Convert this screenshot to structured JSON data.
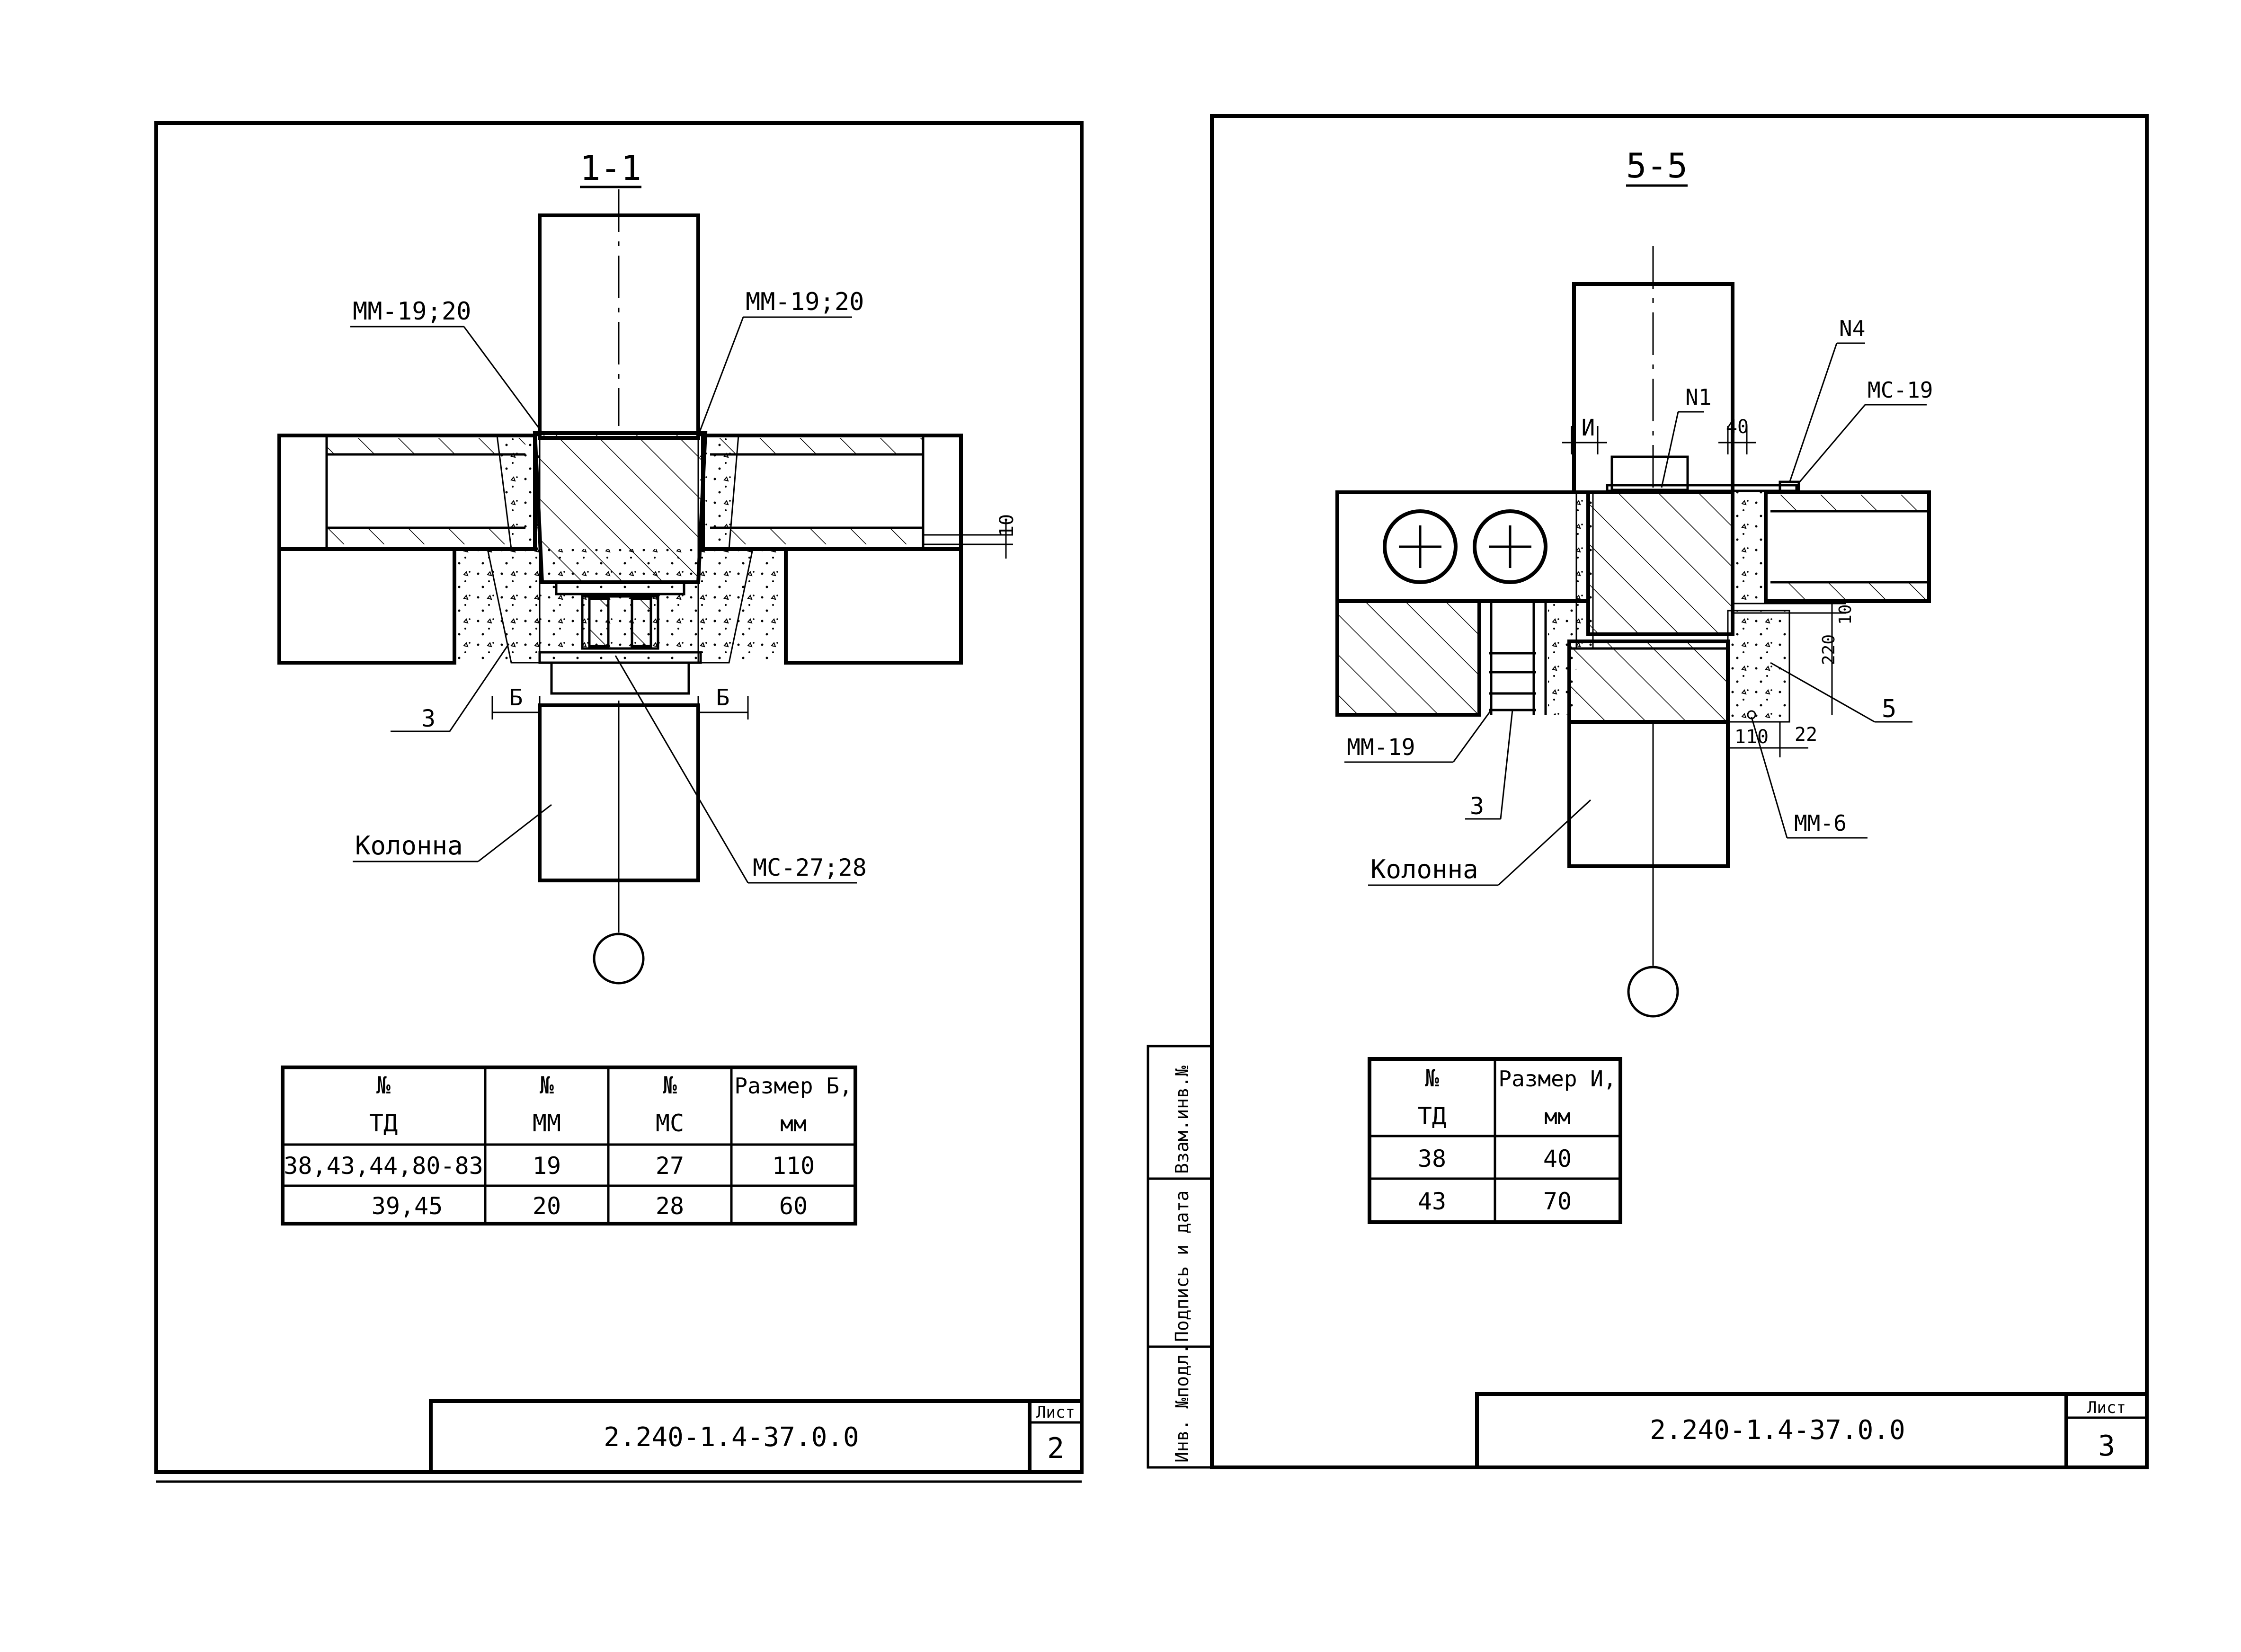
{
  "left_sheet": {
    "section_title": "1-1",
    "labels": {
      "mm_left": "ММ-19;20",
      "mm_right": "ММ-19;20",
      "dim_10": "10",
      "item_3": "3",
      "dim_b_left": "Б",
      "dim_b_right": "Б",
      "column": "Колонна",
      "mc": "МС-27;28"
    },
    "table": {
      "headers": [
        [
          "№",
          "ТД"
        ],
        [
          "№",
          "ММ"
        ],
        [
          "№",
          "МС"
        ],
        [
          "Размер Б,",
          "мм"
        ]
      ],
      "rows": [
        [
          "38,43,44,80-83",
          "19",
          "27",
          "110"
        ],
        [
          "39,45",
          "20",
          "28",
          "60"
        ]
      ]
    },
    "stamp": {
      "code": "2.240-1.4-37.0.0",
      "sheet_label": "Лист",
      "sheet_no": "2"
    }
  },
  "right_sheet": {
    "section_title": "5-5",
    "labels": {
      "n4": "N4",
      "n1": "N1",
      "dim_i": "И",
      "dim_40": "40",
      "mc19": "МС-19",
      "dim_10": "10",
      "dim_220": "220",
      "item_5": "5",
      "mm19": "ММ-19",
      "item_3": "3",
      "dim_110": "110",
      "dim_22": "22",
      "mm6": "ММ-6",
      "column": "Колонна"
    },
    "table": {
      "headers": [
        [
          "№",
          "ТД"
        ],
        [
          "Размер И,",
          "мм"
        ]
      ],
      "rows": [
        [
          "38",
          "40"
        ],
        [
          "43",
          "70"
        ]
      ]
    },
    "side_stamp": [
      "Инв. №подл.",
      "Подпись и дата",
      "Взам.инв.№"
    ],
    "stamp": {
      "code": "2.240-1.4-37.0.0",
      "sheet_label": "Лист",
      "sheet_no": "3"
    }
  }
}
